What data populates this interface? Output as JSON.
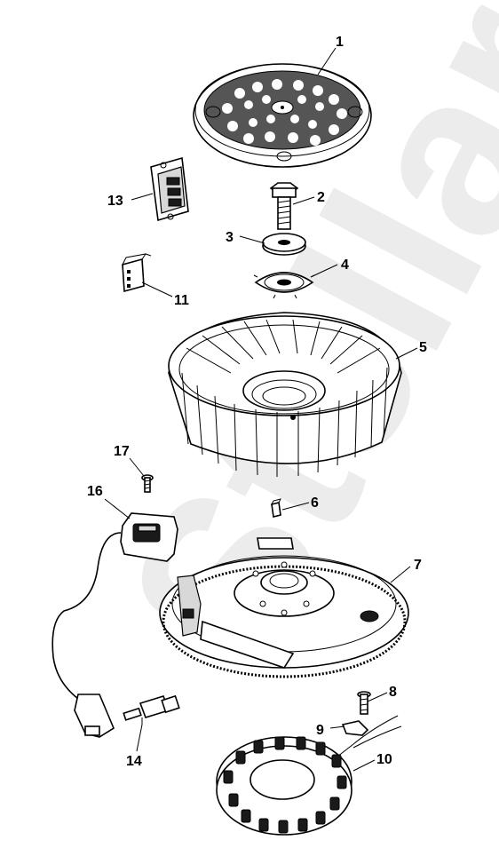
{
  "callouts": [
    {
      "id": "1",
      "label": "1"
    },
    {
      "id": "2",
      "label": "2"
    },
    {
      "id": "3",
      "label": "3"
    },
    {
      "id": "4",
      "label": "4"
    },
    {
      "id": "5",
      "label": "5"
    },
    {
      "id": "6",
      "label": "6"
    },
    {
      "id": "7",
      "label": "7"
    },
    {
      "id": "8",
      "label": "8"
    },
    {
      "id": "9",
      "label": "9"
    },
    {
      "id": "10",
      "label": "10"
    },
    {
      "id": "11",
      "label": "11"
    },
    {
      "id": "13",
      "label": "13"
    },
    {
      "id": "14",
      "label": "14"
    },
    {
      "id": "16",
      "label": "16"
    },
    {
      "id": "17",
      "label": "17"
    }
  ],
  "watermark": "Stellar"
}
